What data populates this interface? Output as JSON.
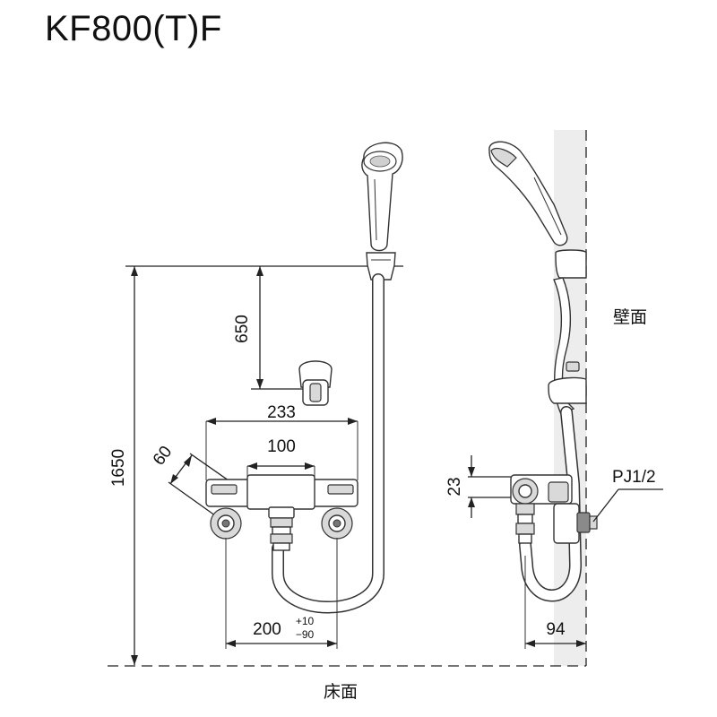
{
  "title": "KF800(T)F",
  "labels": {
    "wall": "壁面",
    "floor": "床面",
    "pipe_thread": "PJ1/2"
  },
  "dimensions": {
    "hook_to_holder": "650",
    "total_height": "1650",
    "body_width": "233",
    "handle_span": "100",
    "angle_offset": "60",
    "center_distance": "200",
    "tolerance_plus": "+10",
    "tolerance_minus": "−90",
    "side_height": "23",
    "wall_depth": "94"
  }
}
